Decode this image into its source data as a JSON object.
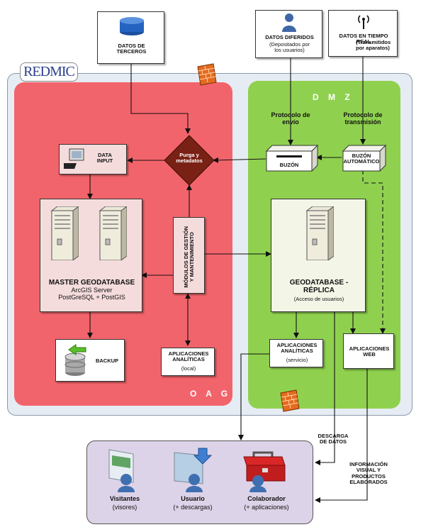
{
  "logo": {
    "text": "REDMIC"
  },
  "zones": {
    "oag": {
      "title": "O A G"
    },
    "dmz": {
      "title": "D M Z"
    }
  },
  "sources": {
    "terceros": "DATOS DE\nTERCEROS",
    "diferidos_title": "DATOS DIFERIDOS",
    "diferidos_sub": "(Depositados por\nlos usuarios)",
    "tiempo_real_title": "DATOS EN TIEMPO\nREAL",
    "tiempo_real_sub": "(Transmitidos\npor aparatos)"
  },
  "protocols": {
    "envio": "Protocolo de\nenvío",
    "transmision": "Protocolo de\ntransmisión"
  },
  "nodes": {
    "buzon": "BUZÓN",
    "buzon_automatico": "BUZÓN\nAUTOMÁTICO",
    "purga": "Purga y\nmetadatos",
    "data_input": "DATA\nINPUT",
    "modulos": "MÓDULOS DE GESTIÓN\nY MANTENIMIENTO",
    "master_title": "MASTER GEODATABASE",
    "master_sub": "ArcGIS Server\nPostGreSQL + PostGIS",
    "backup": "BACKUP",
    "apps_local_title": "APLICACIONES\nANALÍTICAS",
    "apps_local_sub": "(local)",
    "replica_title": "GEODATABASE -\nRÉPLICA",
    "replica_sub": "(Acceso de usuarios)",
    "apps_servicio_title": "APLICACIONES\nANALÍTICAS",
    "apps_servicio_sub": "(servicio)",
    "apps_web": "APLICACIONES\nWEB"
  },
  "annotations": {
    "descarga": "DESCARGA\nDE DATOS",
    "informacion": "INFORMACIÓN\nVISUAL Y\nPRODUCTOS\nELABORADOS"
  },
  "users": [
    {
      "title": "Visitantes",
      "sub": "(visores)"
    },
    {
      "title": "Usuario",
      "sub": "(+ descargas)"
    },
    {
      "title": "Colaborador",
      "sub": "(+ aplicaciones)"
    }
  ],
  "icons": [
    "database-icon",
    "user-icon",
    "antenna-icon",
    "firewall-icon",
    "computer-icon",
    "server-icon",
    "backup-icon",
    "browser-icon",
    "download-icon",
    "toolbox-icon",
    "mailbox-icon"
  ]
}
